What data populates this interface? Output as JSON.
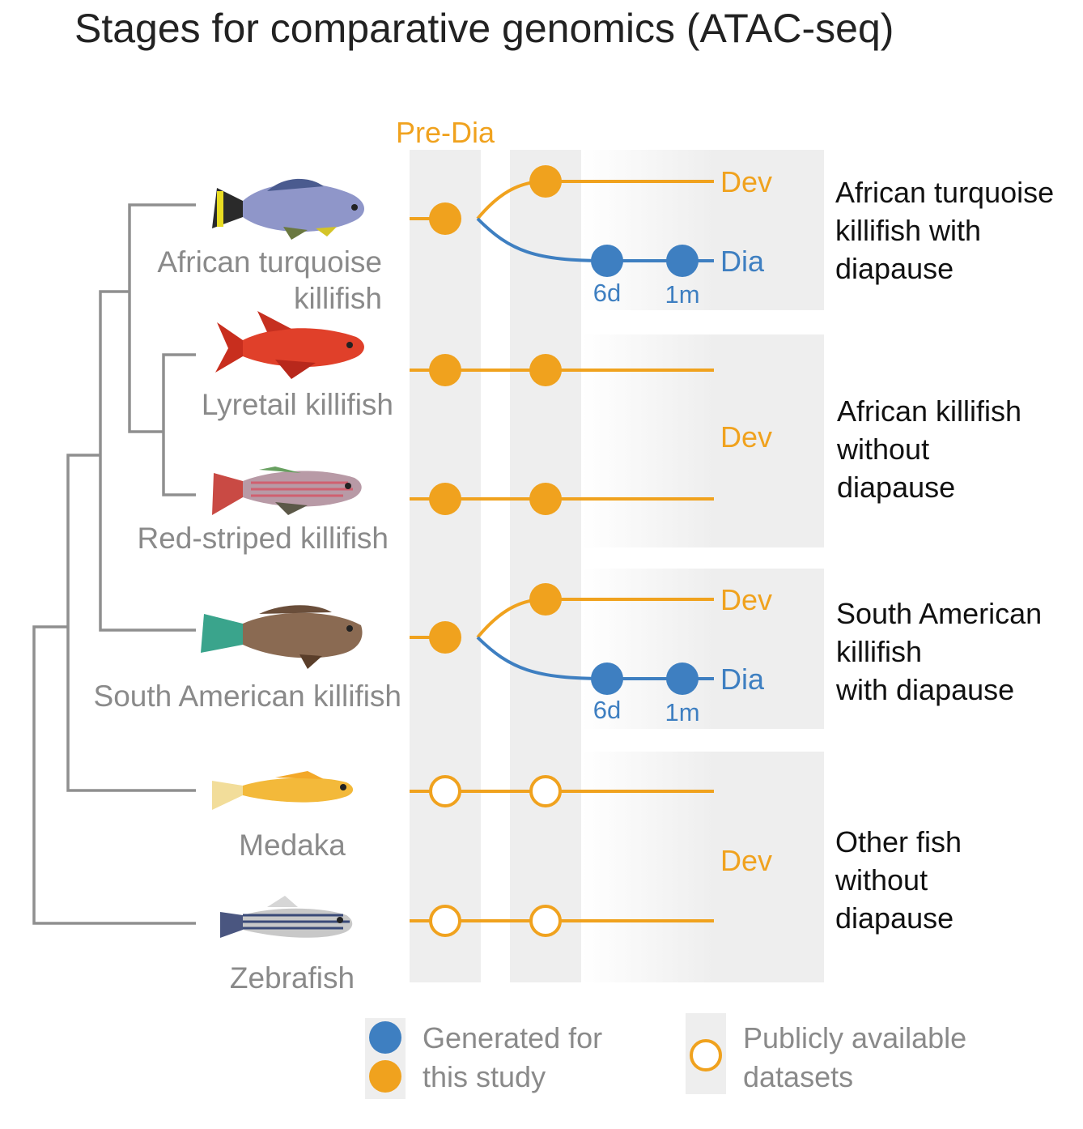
{
  "title": "Stages for comparative genomics (ATAC-seq)",
  "pre_dia_label": "Pre-Dia",
  "colors": {
    "orange": "#f0a21e",
    "blue": "#3e7fc1",
    "tree": "#8f8f8f",
    "shade": "#eeeeee",
    "species_text": "#8a8a8a"
  },
  "species": [
    {
      "name_line1": "African turquoise",
      "name_line2": "killifish",
      "icon": "turquoise-killifish-icon"
    },
    {
      "name_line1": "Lyretail killifish",
      "name_line2": "",
      "icon": "lyretail-killifish-icon"
    },
    {
      "name_line1": "Red-striped killifish",
      "name_line2": "",
      "icon": "red-striped-killifish-icon"
    },
    {
      "name_line1": "South American killifish",
      "name_line2": "",
      "icon": "south-american-killifish-icon"
    },
    {
      "name_line1": "Medaka",
      "name_line2": "",
      "icon": "medaka-icon"
    },
    {
      "name_line1": "Zebrafish",
      "name_line2": "",
      "icon": "zebrafish-icon"
    }
  ],
  "stage_labels": {
    "dev": "Dev",
    "dia": "Dia",
    "t6d": "6d",
    "t1m": "1m"
  },
  "groups": [
    {
      "lines": [
        "African turquoise",
        "killifish with",
        "diapause"
      ]
    },
    {
      "lines": [
        "African killifish",
        "without",
        "diapause"
      ]
    },
    {
      "lines": [
        "South American",
        "killifish",
        "with diapause"
      ]
    },
    {
      "lines": [
        "Other fish",
        "without",
        "diapause"
      ]
    }
  ],
  "legend": {
    "generated_line1": "Generated for",
    "generated_line2": "this study",
    "public_line1": "Publicly available",
    "public_line2": "datasets"
  }
}
